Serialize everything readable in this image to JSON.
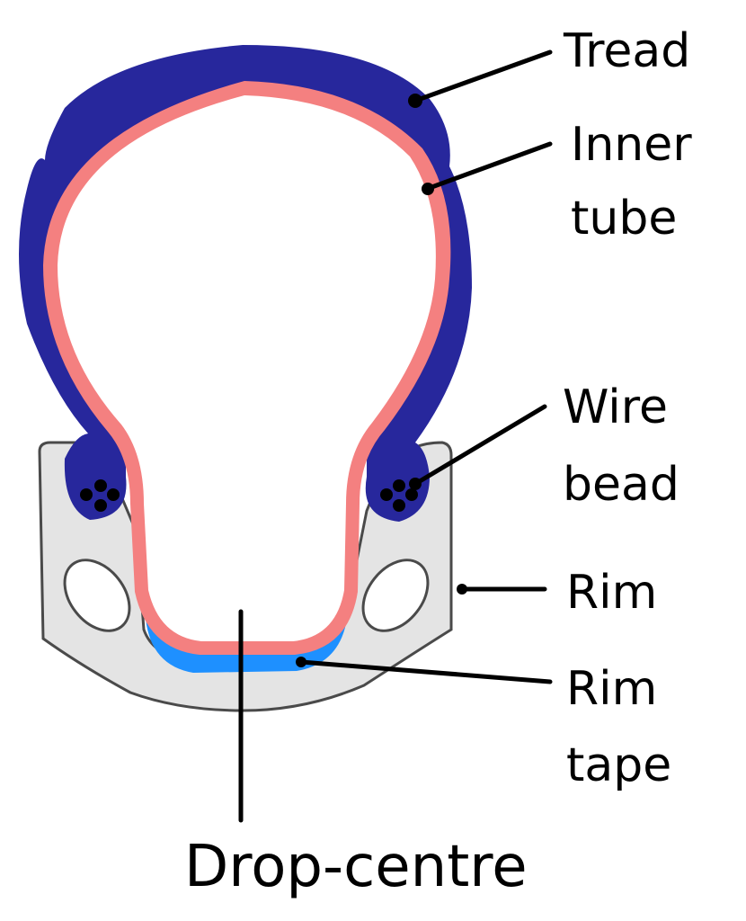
{
  "diagram": {
    "labels": {
      "tread": "Tread",
      "inner_tube_line1": "Inner",
      "inner_tube_line2": "tube",
      "wire_bead_line1": "Wire",
      "wire_bead_line2": "bead",
      "rim": "Rim",
      "rim_tape_line1": "Rim",
      "rim_tape_line2": "tape",
      "drop_centre": "Drop-centre"
    },
    "colors": {
      "tread": "#27279c",
      "inner_tube": "#f48080",
      "rim": "#e4e4e4",
      "rim_outline": "#4a4a4a",
      "rim_tape": "#1e90ff",
      "wire": "#000000",
      "leader_line": "#000000"
    }
  }
}
